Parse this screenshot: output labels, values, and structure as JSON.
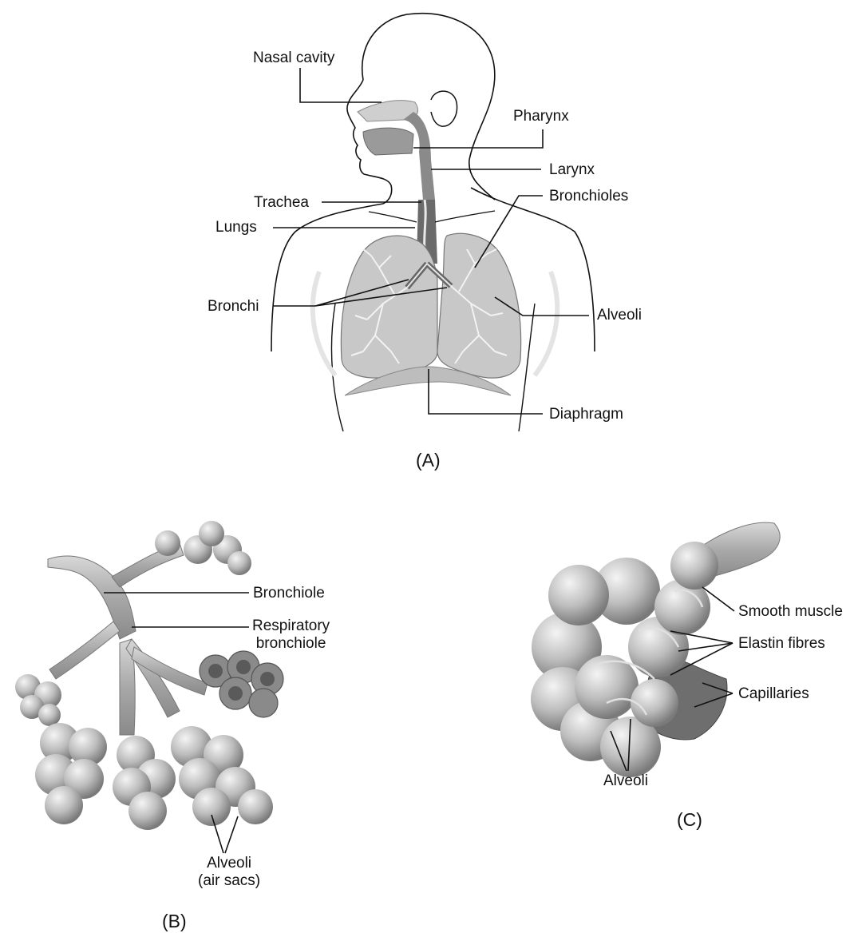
{
  "panel_a": {
    "caption": "(A)",
    "labels": {
      "nasal_cavity": "Nasal cavity",
      "pharynx": "Pharynx",
      "larynx": "Larynx",
      "trachea": "Trachea",
      "bronchioles": "Bronchioles",
      "lungs": "Lungs",
      "bronchi": "Bronchi",
      "alveoli": "Alveoli",
      "diaphragm": "Diaphragm"
    }
  },
  "panel_b": {
    "caption": "(B)",
    "labels": {
      "bronchiole": "Bronchiole",
      "respiratory_bronchiole_1": "Respiratory",
      "respiratory_bronchiole_2": "bronchiole",
      "alveoli_1": "Alveoli",
      "alveoli_2": "(air sacs)"
    }
  },
  "panel_c": {
    "caption": "(C)",
    "labels": {
      "smooth_muscle": "Smooth muscle",
      "elastin_fibres": "Elastin fibres",
      "capillaries": "Capillaries",
      "alveoli": "Alveoli"
    }
  },
  "colors": {
    "line": "#111111",
    "lung_fill": "#c8c8c8",
    "airway_dark": "#555555",
    "sphere": "#b5b5b5"
  }
}
